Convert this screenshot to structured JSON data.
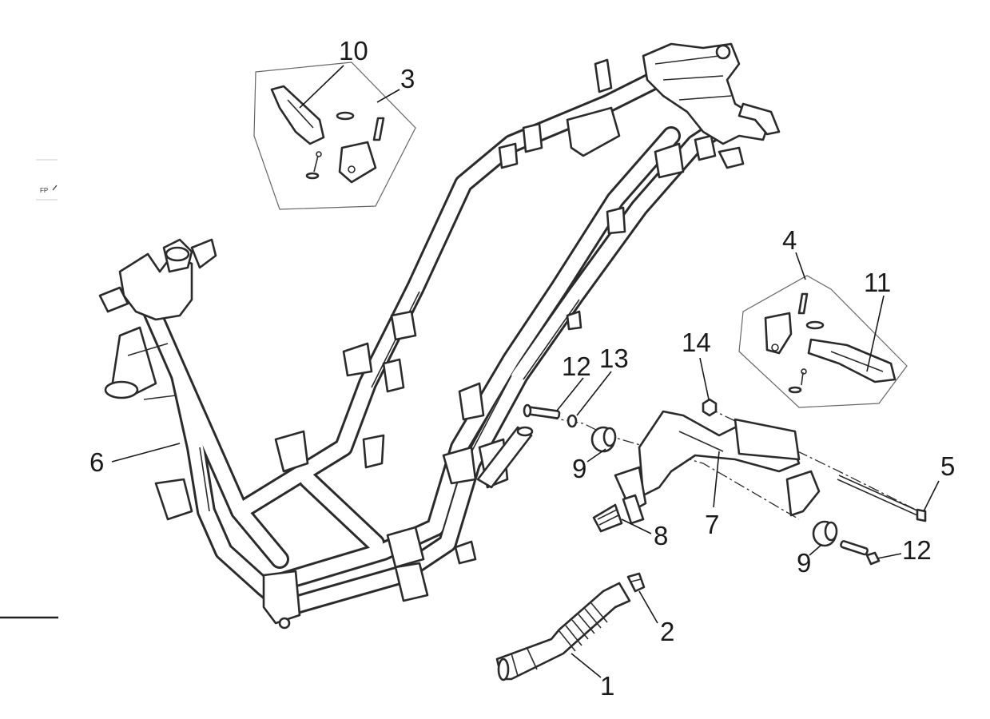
{
  "callouts": {
    "n1": "1",
    "n2": "2",
    "n3": "3",
    "n4": "4",
    "n5": "5",
    "n6": "6",
    "n7": "7",
    "n8": "8",
    "n9a": "9",
    "n9b": "9",
    "n10": "10",
    "n11": "11",
    "n12a": "12",
    "n12b": "12",
    "n13": "13",
    "n14": "14"
  },
  "margin_mark": "FP"
}
